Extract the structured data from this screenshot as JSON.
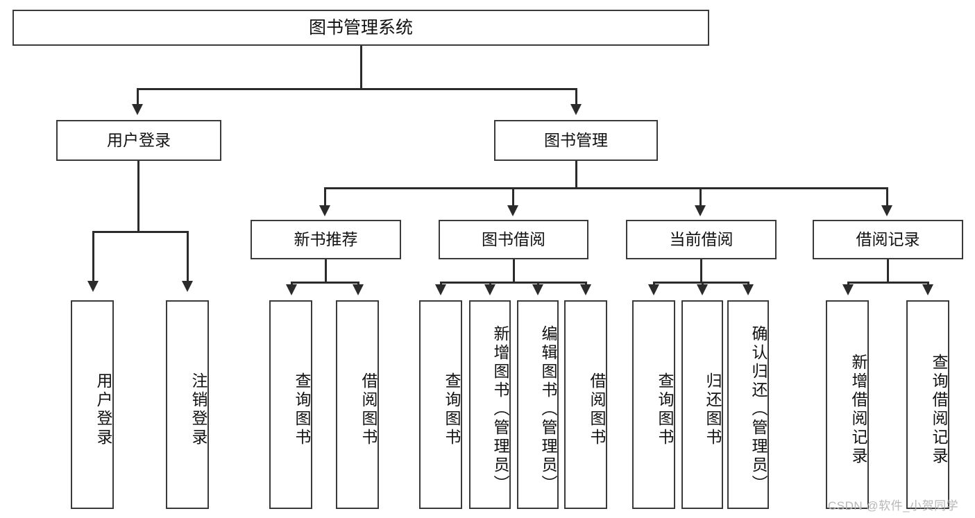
{
  "diagram": {
    "type": "tree",
    "title": "图书管理系统",
    "root": {
      "label": "图书管理系统"
    },
    "level1": [
      {
        "label": "用户登录"
      },
      {
        "label": "图书管理"
      }
    ],
    "level2": [
      {
        "label": "新书推荐",
        "parent": "图书管理"
      },
      {
        "label": "图书借阅",
        "parent": "图书管理"
      },
      {
        "label": "当前借阅",
        "parent": "图书管理"
      },
      {
        "label": "借阅记录",
        "parent": "图书管理"
      }
    ],
    "leaves": {
      "user_login": [
        {
          "label": "用户登录"
        },
        {
          "label": "注销登录"
        }
      ],
      "new_book_recommend": [
        {
          "label": "查询图书"
        },
        {
          "label": "借阅图书"
        }
      ],
      "book_borrow": [
        {
          "label": "查询图书"
        },
        {
          "label": "新增图书（管理员）"
        },
        {
          "label": "编辑图书（管理员）"
        },
        {
          "label": "借阅图书"
        }
      ],
      "current_borrow": [
        {
          "label": "查询图书"
        },
        {
          "label": "归还图书"
        },
        {
          "label": "确认归还（管理员）"
        }
      ],
      "borrow_record": [
        {
          "label": "新增借阅记录"
        },
        {
          "label": "查询借阅记录"
        }
      ]
    }
  },
  "watermark": {
    "text": "CSDN @软件_小贺同学"
  },
  "colors": {
    "stroke": "#2b2b2b",
    "box_border": "#3a3a3a",
    "background": "#ffffff",
    "text": "#111111",
    "watermark": "#b7b7b7"
  }
}
